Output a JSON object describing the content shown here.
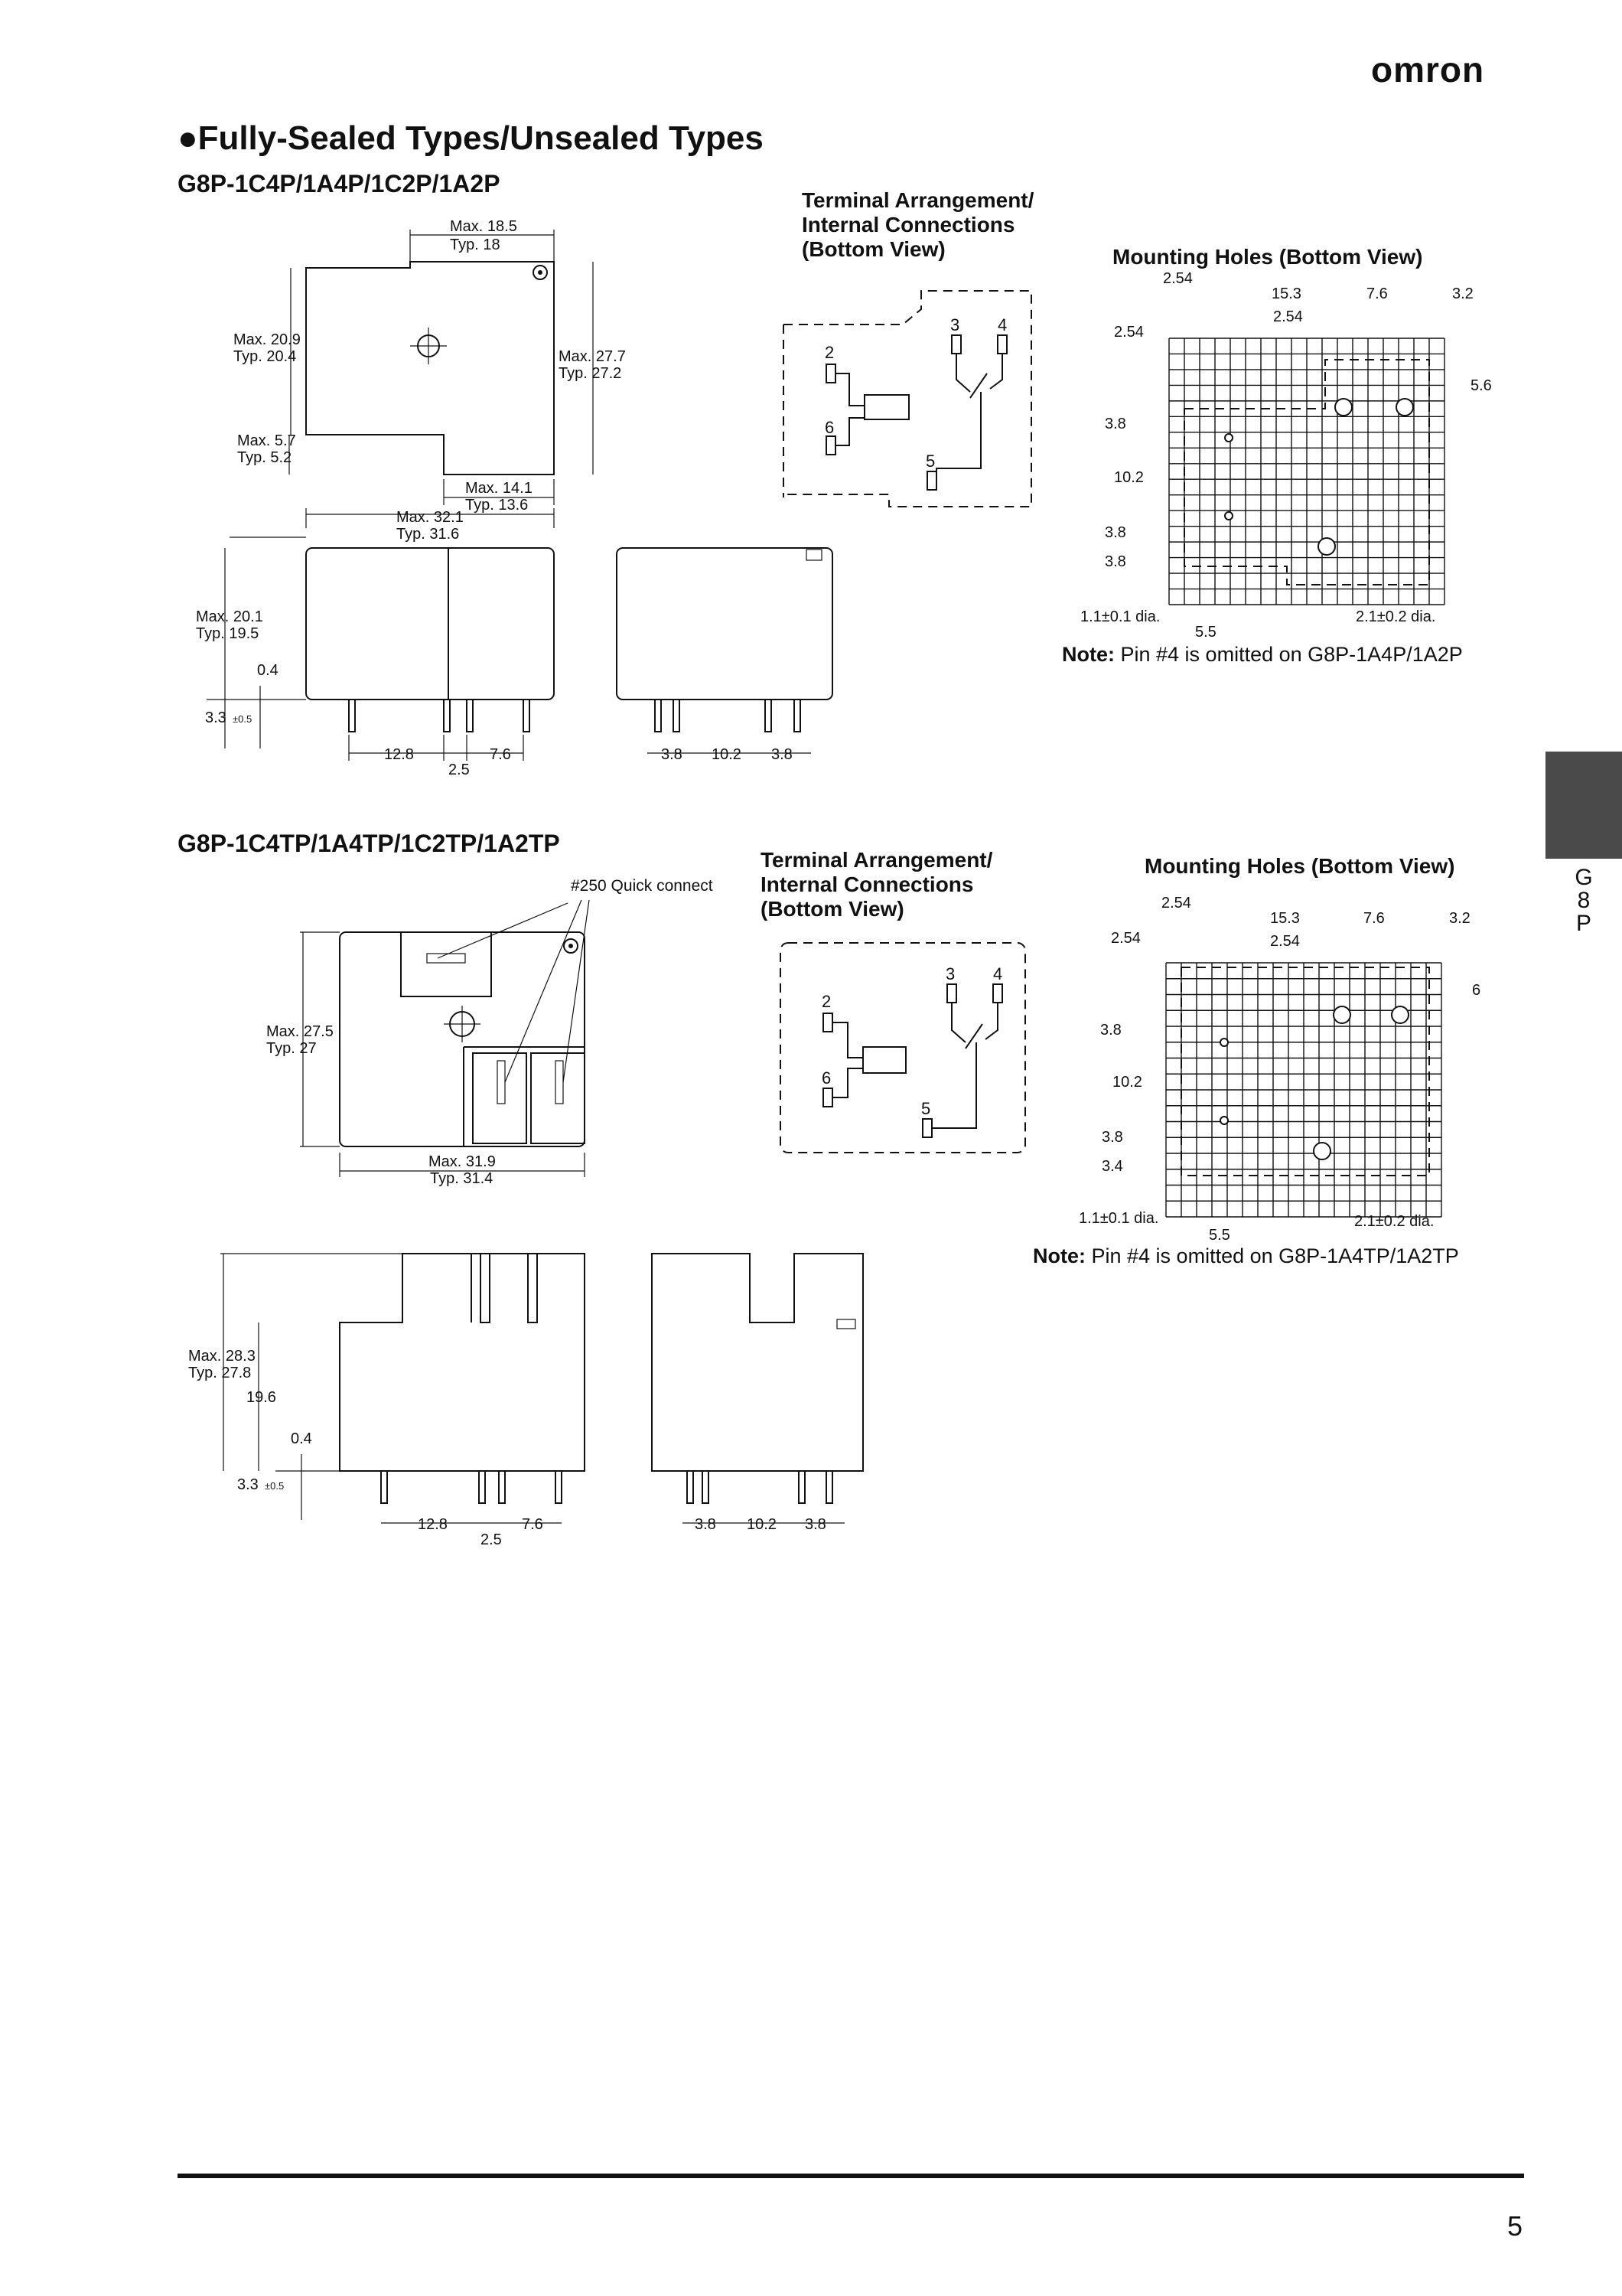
{
  "header": {
    "logo": "omron"
  },
  "section": {
    "title": "Fully-Sealed Types/Unsealed Types",
    "bullet": "●"
  },
  "model_a": {
    "name": "G8P-1C4P/1A4P/1C2P/1A2P",
    "terminal_title": [
      "Terminal Arrangement/",
      "Internal Connections",
      "(Bottom View)"
    ],
    "mounting_title": "Mounting Holes (Bottom View)",
    "note_label": "Note:",
    "note_text": " Pin #4 is omitted on G8P-1A4P/1A2P",
    "dims": {
      "top_w": [
        "Max. 18.5",
        "Typ. 18"
      ],
      "left_h": [
        "Max. 20.9",
        "Typ. 20.4"
      ],
      "right_h": [
        "Max. 27.7",
        "Typ. 27.2"
      ],
      "notch_h": [
        "Max. 5.7",
        "Typ. 5.2"
      ],
      "bottom_w": [
        "Max. 14.1",
        "Typ. 13.6"
      ],
      "total_w": [
        "Max. 32.1",
        "Typ. 31.6"
      ],
      "side_h": [
        "Max. 20.1",
        "Typ. 19.5"
      ],
      "gap": "0.4",
      "pin_len": "3.3",
      "pin_tol": "±0.5",
      "pitch_a": "12.8",
      "pitch_b": "7.6",
      "pitch_c": "2.5",
      "end_a": "3.8",
      "end_b": "10.2",
      "end_c": "3.8"
    },
    "pins": [
      "2",
      "6",
      "3",
      "4",
      "5"
    ],
    "holes": {
      "top1": "2.54",
      "top2": "15.3",
      "top3": "7.6",
      "top4": "3.2",
      "top5": "2.54",
      "left1": "2.54",
      "right1": "5.6",
      "left2": "3.8",
      "left3": "10.2",
      "left4": "3.8",
      "left5": "3.8",
      "small_dia": "1.1±0.1 dia.",
      "big_dia": "2.1±0.2 dia.",
      "bottom": "5.5"
    }
  },
  "model_b": {
    "name": "G8P-1C4TP/1A4TP/1C2TP/1A2TP",
    "quick_connect": "#250 Quick connect",
    "terminal_title": [
      "Terminal Arrangement/",
      "Internal Connections",
      "(Bottom View)"
    ],
    "mounting_title": "Mounting Holes (Bottom View)",
    "note_label": "Note:",
    "note_text": " Pin #4 is omitted on G8P-1A4TP/1A2TP",
    "dims": {
      "left_h": [
        "Max. 27.5",
        "Typ. 27"
      ],
      "total_w": [
        "Max. 31.9",
        "Typ. 31.4"
      ],
      "side_h": [
        "Max. 28.3",
        "Typ. 27.8"
      ],
      "body_h": "19.6",
      "gap": "0.4",
      "pin_len": "3.3",
      "pin_tol": "±0.5",
      "pitch_a": "12.8",
      "pitch_b": "7.6",
      "pitch_c": "2.5",
      "end_a": "3.8",
      "end_b": "10.2",
      "end_c": "3.8"
    },
    "pins": [
      "2",
      "6",
      "3",
      "4",
      "5"
    ],
    "holes": {
      "top1": "2.54",
      "top2": "15.3",
      "top3": "7.6",
      "top4": "3.2",
      "top5": "2.54",
      "left1": "2.54",
      "right1": "6",
      "left2": "3.8",
      "left3": "10.2",
      "left4": "3.8",
      "left5": "3.4",
      "small_dia": "1.1±0.1 dia.",
      "big_dia": "2.1±0.2 dia.",
      "bottom": "5.5"
    }
  },
  "side_tab": {
    "letters": [
      "G",
      "8",
      "P"
    ]
  },
  "footer": {
    "page_number": "5"
  }
}
